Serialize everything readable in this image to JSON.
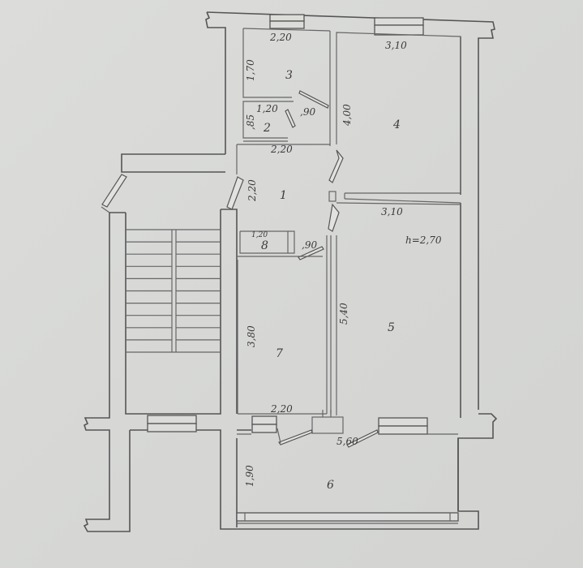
{
  "plan": {
    "ceiling_height": "h=2,70",
    "rooms": [
      {
        "id": "1",
        "label": "1",
        "width": "2,20",
        "length": "2,20"
      },
      {
        "id": "2",
        "label": "2",
        "width": "1,20",
        "length": ",85"
      },
      {
        "id": "3",
        "label": "3",
        "width": "2,20",
        "length": "1,70"
      },
      {
        "id": "4",
        "label": "4",
        "width": "3,10",
        "length": "4,00"
      },
      {
        "id": "5",
        "label": "5",
        "width": "3,10",
        "length": "5,40"
      },
      {
        "id": "6",
        "label": "6",
        "width": "5,60",
        "length": "1,90"
      },
      {
        "id": "7",
        "label": "7",
        "width": "2,20",
        "length": "3,80"
      },
      {
        "id": "8",
        "label": "8",
        "width": "1,20"
      }
    ],
    "doors": [
      {
        "id": "door-3",
        "width": ",90"
      },
      {
        "id": "door-7",
        "width": ",90"
      }
    ],
    "colors": {
      "paper": "#d9dad8",
      "line": "#555555"
    }
  }
}
